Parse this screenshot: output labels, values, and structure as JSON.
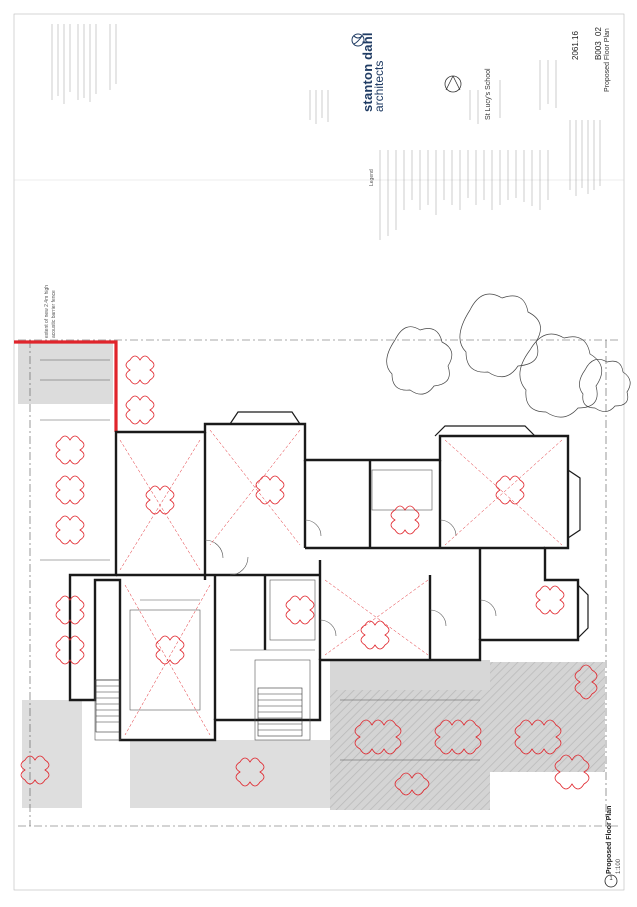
{
  "title_block": {
    "firm_name_bold": "stanton dahl",
    "firm_name_light": "architects",
    "project_name": "St Lucy's School",
    "drawing_title": "Proposed Floor Plan",
    "project_number": "2061.16",
    "drawing_number": "B003",
    "revision": "02",
    "legend_heading": "Legend"
  },
  "plan_label": {
    "number": "1",
    "title": "Proposed Floor Plan",
    "scale": "1:100"
  },
  "annotation": {
    "barrier_text_1": "extent of new 2.4m high",
    "barrier_text_2": "acoustic barrier fence"
  },
  "colors": {
    "line": "#1a1a1a",
    "markup_red": "#e0242b",
    "fill_grey": "#d9d9d9",
    "brand_navy": "#1f3b63"
  }
}
